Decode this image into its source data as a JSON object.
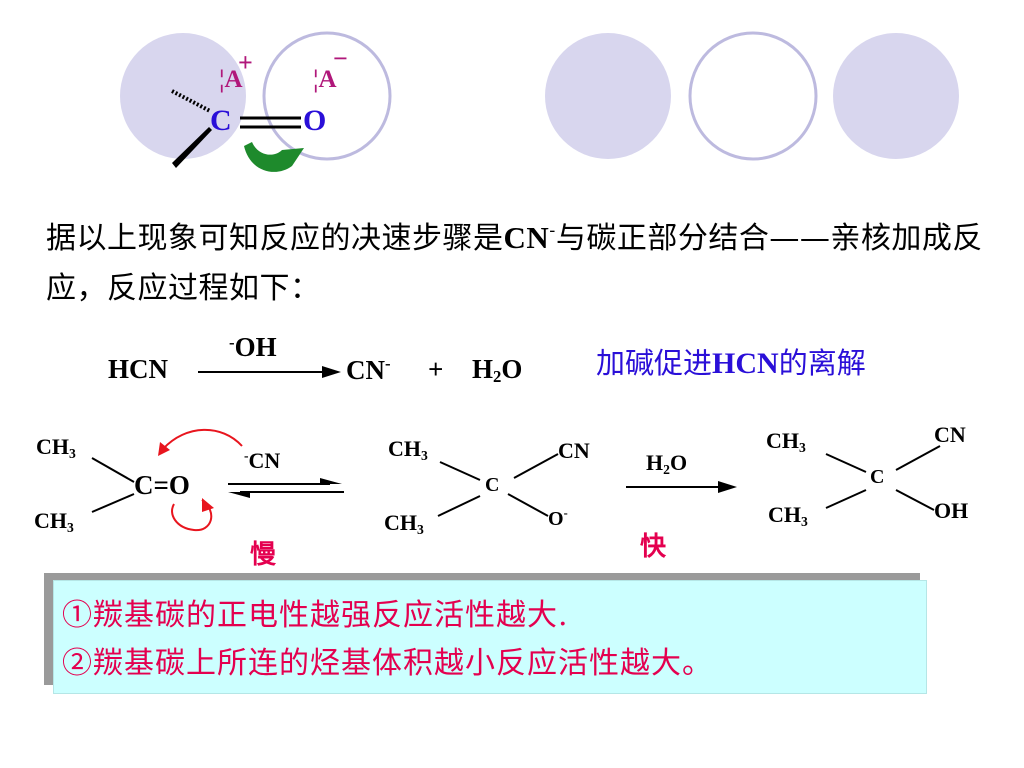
{
  "top_structure": {
    "lone_pair_left": "¦A",
    "charge_left": "+",
    "lone_pair_right": "¦A",
    "charge_right": "−",
    "carbon": "C",
    "oxygen": "O"
  },
  "paragraph": {
    "part1": "据以上现象可知反应的决速步骤是",
    "cn": "CN",
    "cn_charge": "-",
    "part2": "与碳正部分结合——亲核加成反应，反应过程如下："
  },
  "reaction1": {
    "reactant": "HCN",
    "catalyst_charge": "-",
    "catalyst": "OH",
    "product1": "CN",
    "product1_charge": "-",
    "plus": "+",
    "product2_h": "H",
    "product2_sub": "2",
    "product2_o": "O",
    "note_part1": "加碱促进",
    "note_hcn": "HCN",
    "note_part2": "的离解"
  },
  "reaction2": {
    "ch3_a": "CH",
    "ch3_sub": "3",
    "carbonyl": "C=O",
    "reagent_charge": "-",
    "reagent": "CN",
    "mid_c": "C",
    "mid_cn": "CN",
    "mid_o": "O",
    "mid_o_charge": "-",
    "water_h": "H",
    "water_sub": "2",
    "water_o": "O",
    "prod_c": "C",
    "prod_cn": "CN",
    "prod_oh": "OH",
    "slow_label": "慢",
    "fast_label": "快"
  },
  "summary": {
    "line1": "①羰基碳的正电性越强反应活性越大.",
    "line2": "②羰基碳上所连的烃基体积越小反应活性越大。"
  },
  "colors": {
    "circle_fill": "#d8d6ee",
    "circle_stroke": "#b8b5dc",
    "magenta": "#b0177a",
    "green": "#1e8a2c",
    "red": "#e4004f",
    "blue": "#2a0fd8",
    "box_fill": "#ccffff"
  }
}
